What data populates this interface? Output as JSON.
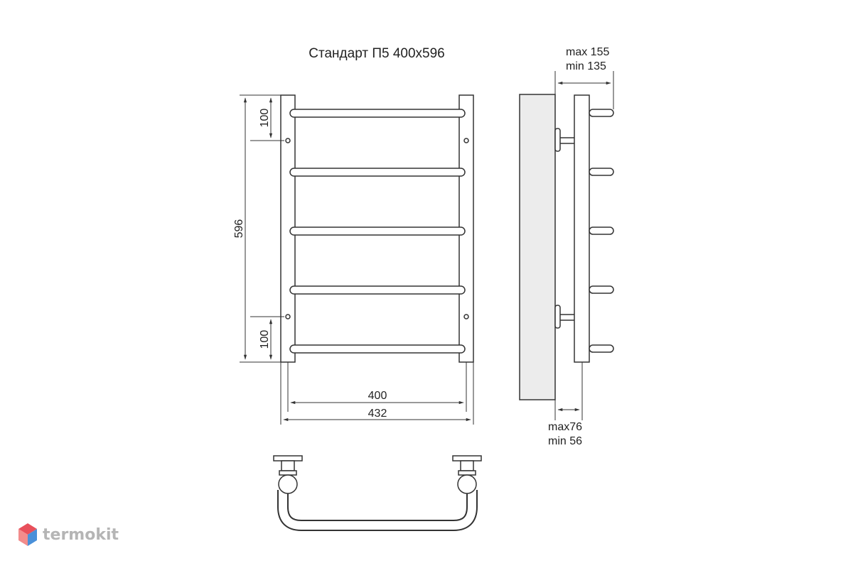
{
  "title": "Стандарт П5 400x596",
  "dims": {
    "top_spacing": "100",
    "height": "596",
    "bottom_spacing": "100",
    "inner_width": "400",
    "outer_width": "432",
    "wall_offset_max": "max 155",
    "wall_offset_min": "min 135",
    "bracket_max": "max76",
    "bracket_min": "min 56"
  },
  "watermark": {
    "text": "termokit",
    "colors": [
      "#e8505b",
      "#4a90d9",
      "#b5b5b5"
    ]
  }
}
